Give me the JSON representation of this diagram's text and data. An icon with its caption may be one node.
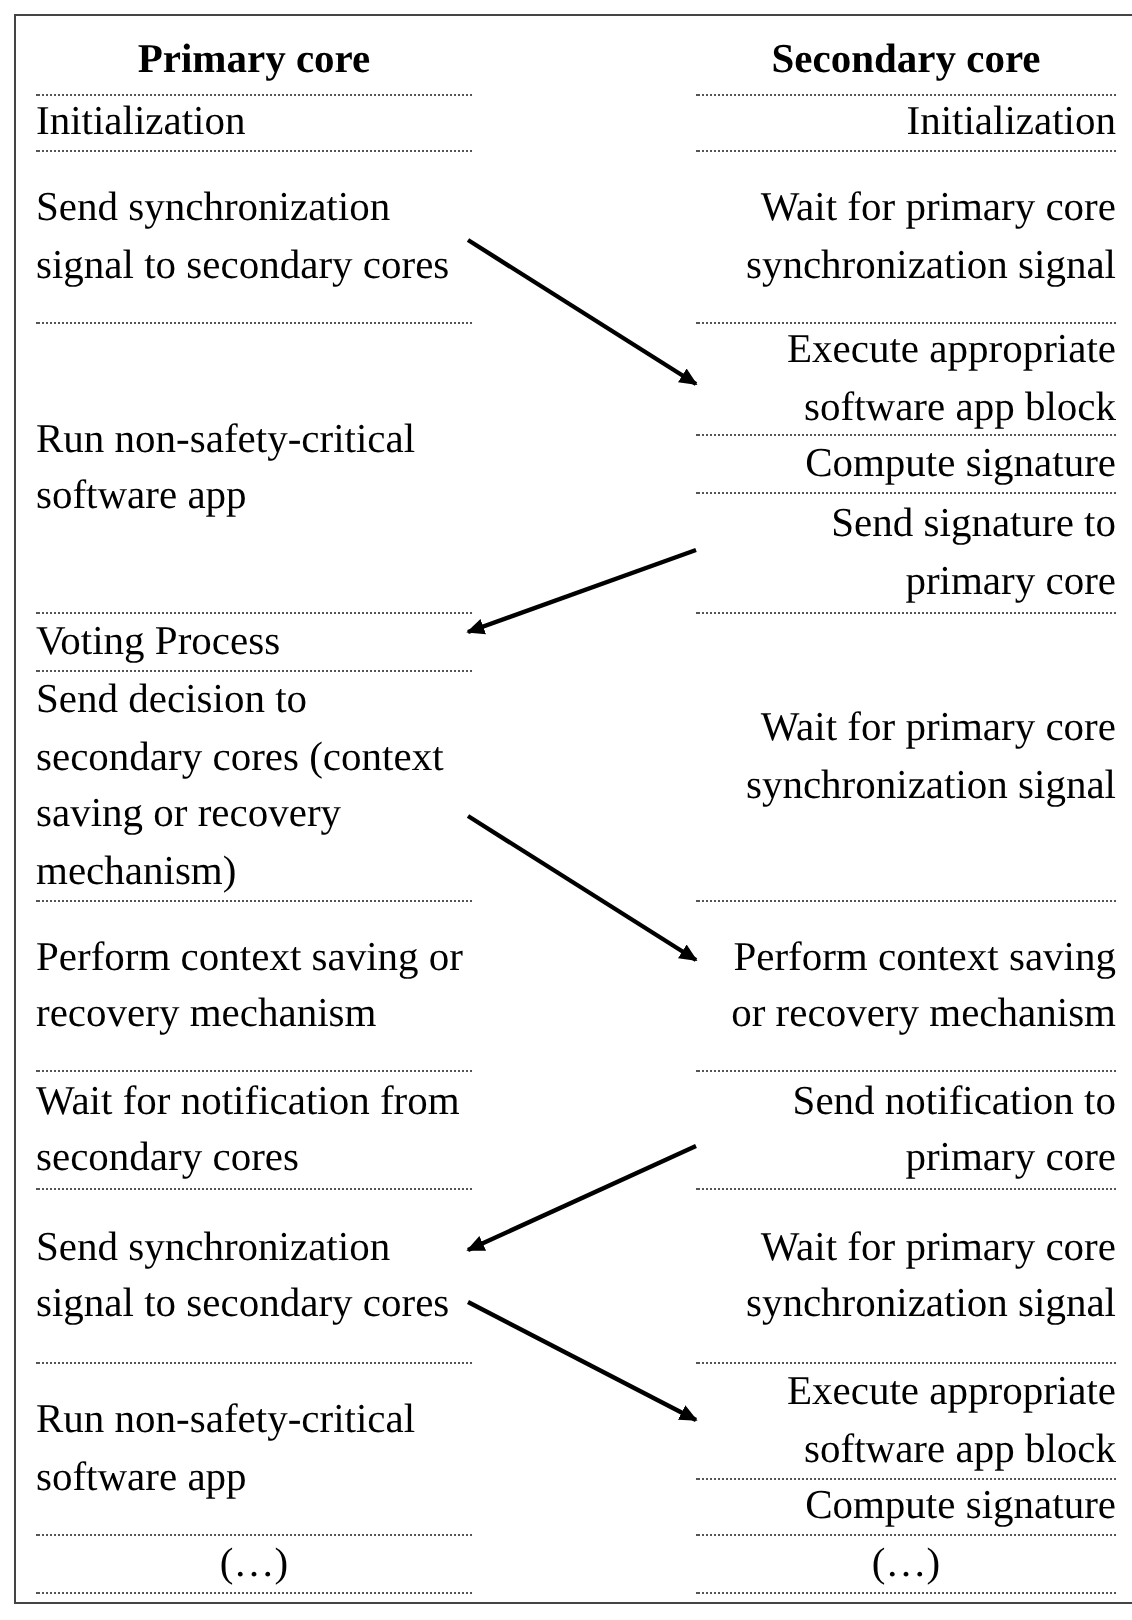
{
  "diagram": {
    "nodes": [
      {
        "text": [
          "Initialization"
        ]
      },
      {
        "text": [
          "Send synchronization signal to secondary cores"
        ]
      },
      {
        "text": [
          "Run non-safety-critical software app"
        ]
      },
      {
        "text": [
          "Voting Process"
        ]
      },
      {
        "text": [
          "Send decision to secondary cores (context saving or recovery mechanism)"
        ]
      },
      {
        "text": [
          "Perform context saving or recovery mechanism"
        ]
      },
      {
        "text": [
          "Wait for notification from secondary cores"
        ]
      },
      {
        "text": [
          "Send synchronization signal to secondary cores"
        ]
      },
      {
        "text": [
          "Run non-safety-critical software app"
        ]
      },
      {
        "text": [
          "(…)"
        ]
      },
      {
        "text": [
          "Initialization"
        ]
      },
      {
        "text": [
          "Wait for primary core synchronization signal"
        ]
      },
      {
        "text": [
          "Execute appropriate software app block"
        ]
      },
      {
        "text": [
          "Compute signature"
        ]
      },
      {
        "text": [
          "Send signature to primary core"
        ]
      },
      {
        "text": [
          "Wait for primary core synchronization signal"
        ]
      },
      {
        "text": [
          "Perform context saving or recovery mechanism"
        ]
      },
      {
        "text": [
          "Send notification to primary core"
        ]
      },
      {
        "text": [
          "Wait for primary core synchronization signal"
        ]
      },
      {
        "text": [
          "Execute appropriate software app block"
        ]
      },
      {
        "text": [
          "Compute signature"
        ]
      },
      {
        "text": [
          "(…)"
        ]
      }
    ],
    "edges": [
      {
        "from": 1,
        "to": 12,
        "arrow": "to"
      },
      {
        "from": 14,
        "to": 3,
        "arrow": "to"
      },
      {
        "from": 4,
        "to": 16,
        "arrow": "to"
      },
      {
        "from": 17,
        "to": 7,
        "arrow": "to"
      },
      {
        "from": 7,
        "to": 19,
        "arrow": "to"
      }
    ],
    "labels": [
      "Primary core",
      "Secondary core"
    ]
  }
}
